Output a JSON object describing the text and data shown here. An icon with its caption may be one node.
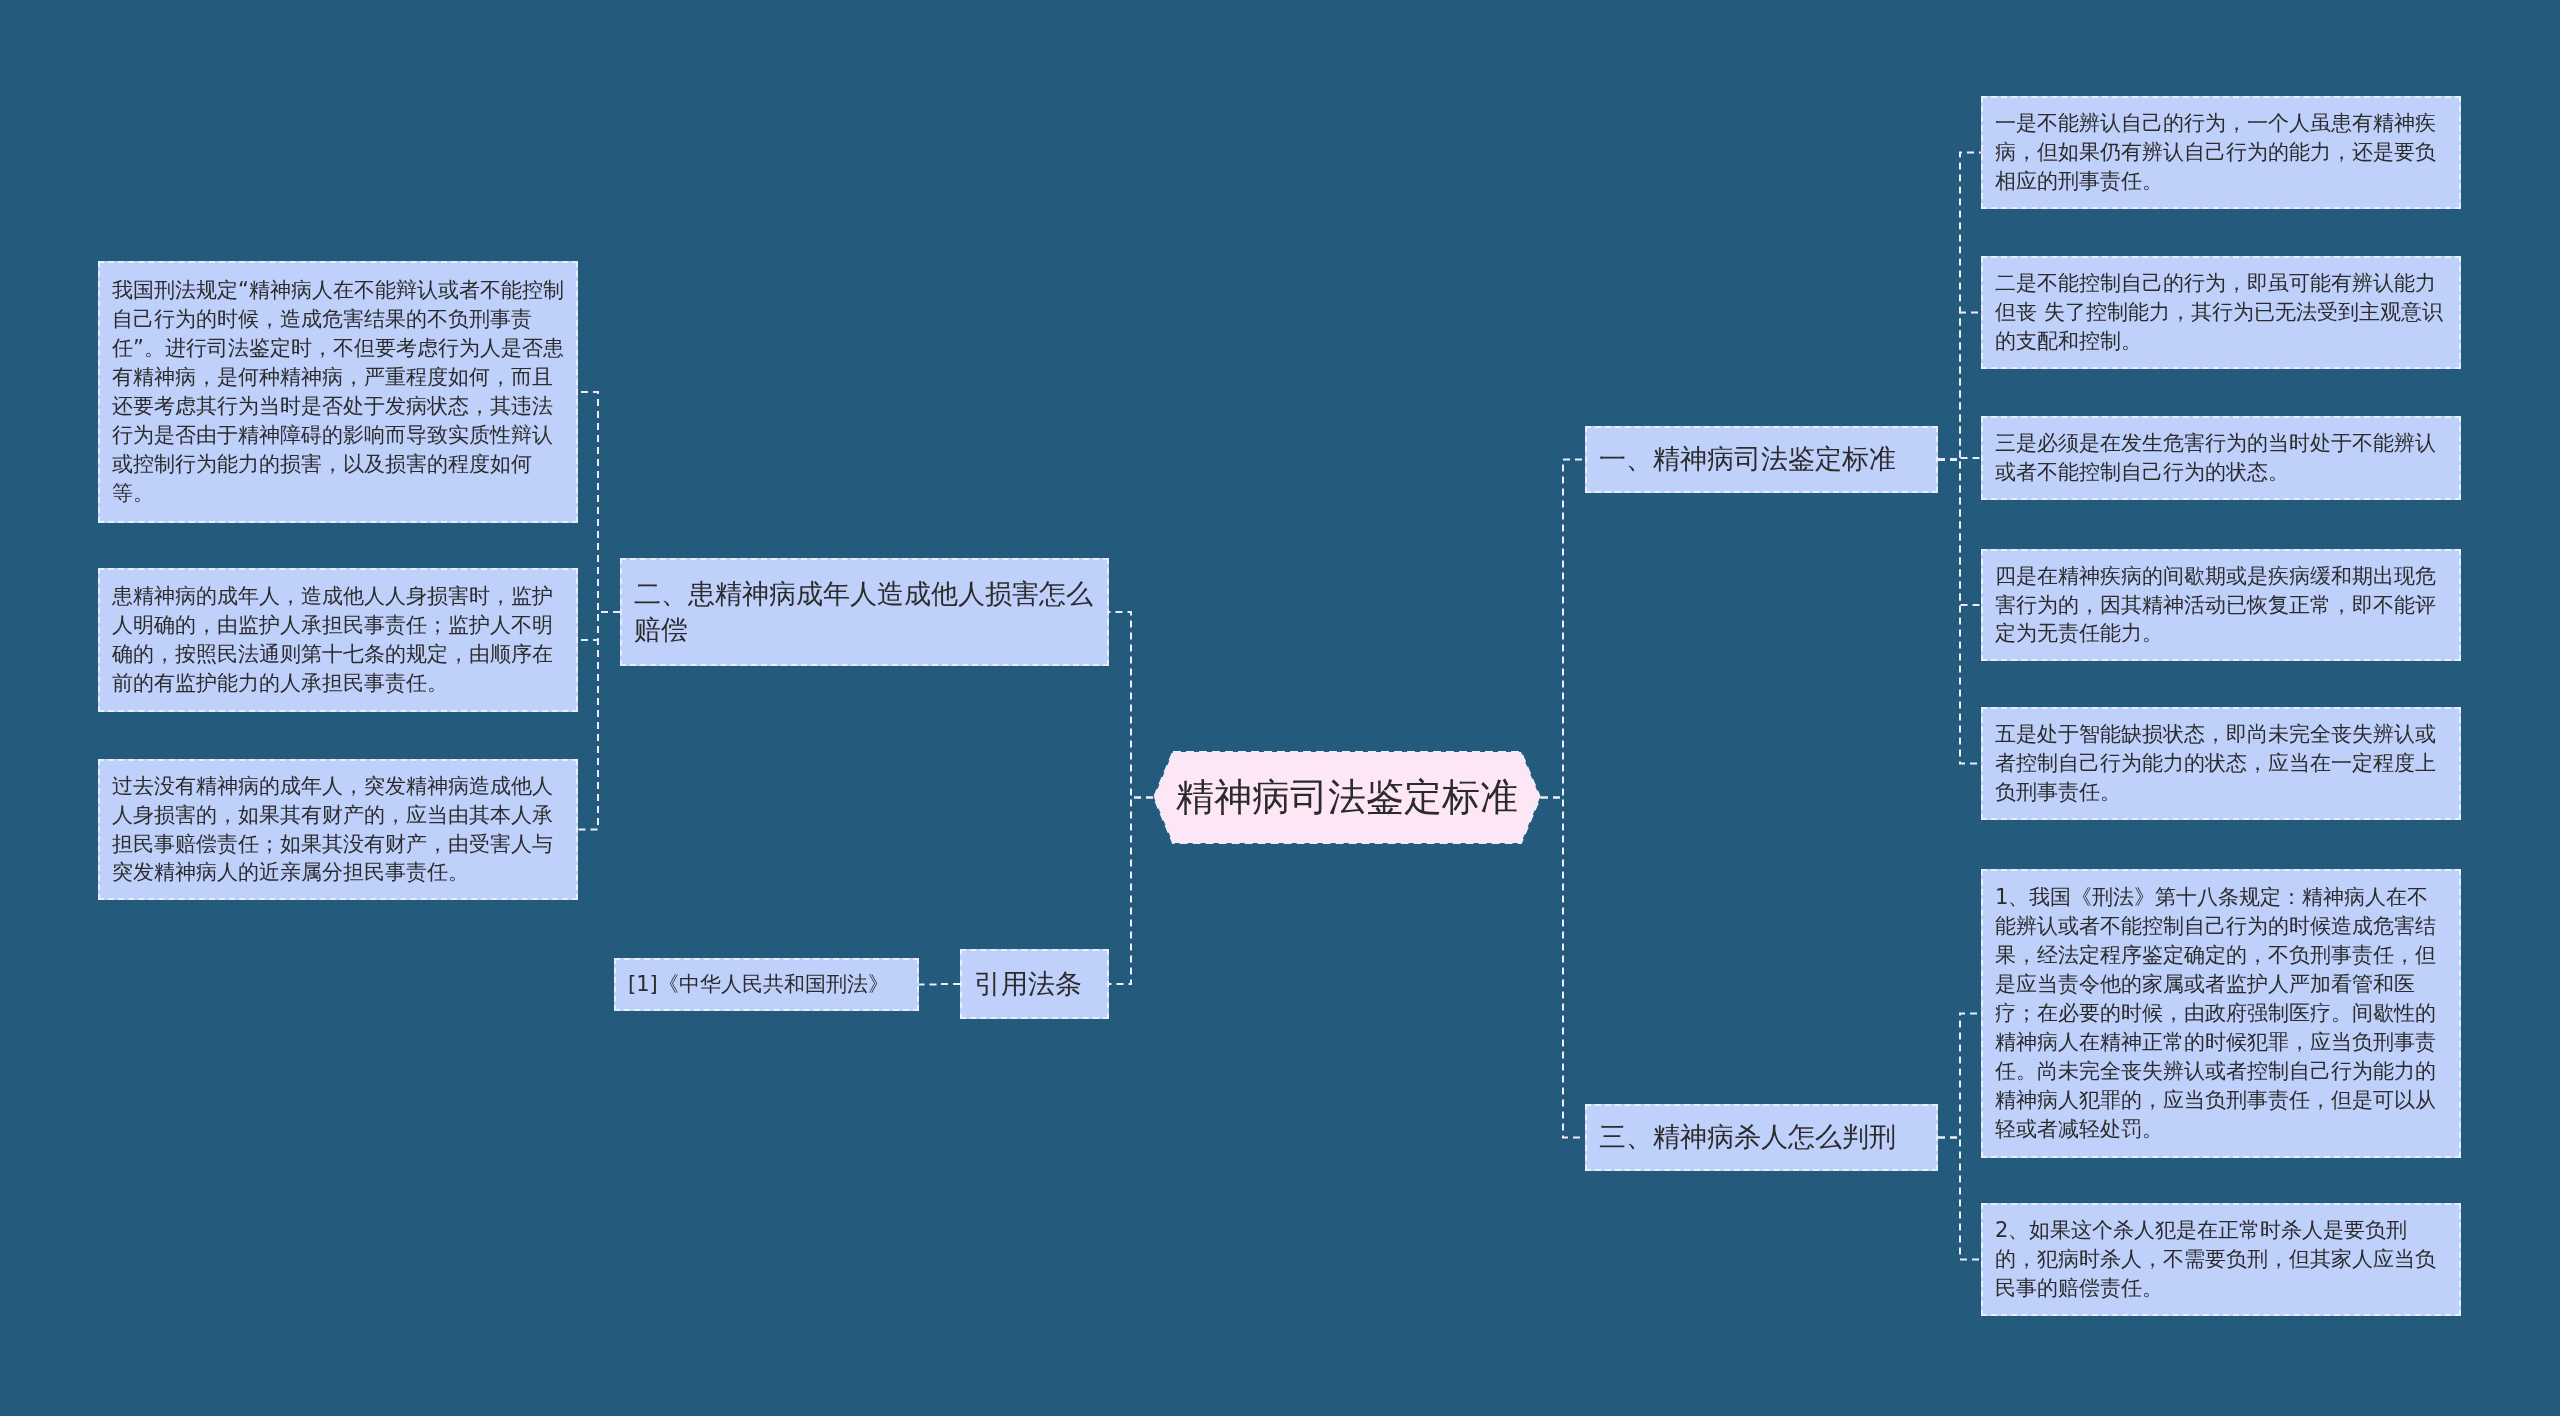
{
  "diagram": {
    "nodes": [
      {
        "text": [
          "精神病司法鉴定标准"
        ]
      },
      {
        "text": [
          "一、精神病司法鉴定标准"
        ]
      },
      {
        "text": [
          "一是不能辨认自己的行为，一个人虽患有精神疾病，但如果仍有辨认自己行为的能力，还是要负相应的刑事责任。"
        ]
      },
      {
        "text": [
          "二是不能控制自己的行为，即虽可能有辨认能力但丧 失了控制能力，其行为已无法受到主观意识的支配和控制。"
        ]
      },
      {
        "text": [
          "三是必须是在发生危害行为的当时处于不能辨认或者不能控制自己行为的状态。"
        ]
      },
      {
        "text": [
          "四是在精神疾病的间歇期或是疾病缓和期出现危害行为的，因其精神活动已恢复正常，即不能评定为无责任能力。"
        ]
      },
      {
        "text": [
          "五是处于智能缺损状态，即尚未完全丧失辨认或者控制自己行为能力的状态，应当在一定程度上负刑事责任。"
        ]
      },
      {
        "text": [
          "三、精神病杀人怎么判刑"
        ]
      },
      {
        "text": [
          "1、我国《刑法》第十八条规定：精神病人在不能辨认或者不能控制自己行为的时候造成危害结果，经法定程序鉴定确定的，不负刑事责任，但是应当责令他的家属或者监护人严加看管和医疗；在必要的时候，由政府强制医疗。间歇性的精神病人在精神正常的时候犯罪，应当负刑事责任。尚未完全丧失辨认或者控制自己行为能力的精神病人犯罪的，应当负刑事责任，但是可以从轻或者减轻处罚。"
        ]
      },
      {
        "text": [
          "2、如果这个杀人犯是在正常时杀人是要负刑的，犯病时杀人，不需要负刑，但其家人应当负民事的赔偿责任。"
        ]
      },
      {
        "text": [
          "二、患精神病成年人造成他人损害怎么赔偿"
        ]
      },
      {
        "text": [
          "我国刑法规定“精神病人在不能辩认或者不能控制自己行为的时候，造成危害结果的不负刑事责任”。进行司法鉴定时，不但要考虑行为人是否患有精神病，是何种精神病，严重程度如何，而且还要考虑其行为当时是否处于发病状态，其违法行为是否由于精神障碍的影响而导致实质性辩认或控制行为能力的损害，以及损害的程度如何等。"
        ]
      },
      {
        "text": [
          "患精神病的成年人，造成他人人身损害时，监护人明确的，由监护人承担民事责任；监护人不明确的，按照民法通则第十七条的规定，由顺序在前的有监护能力的人承担民事责任。"
        ]
      },
      {
        "text": [
          "过去没有精神病的成年人，突发精神病造成他人人身损害的，如果其有财产的，应当由其本人承担民事赔偿责任；如果其没有财产，由受害人与突发精神病人的近亲属分担民事责任。"
        ]
      },
      {
        "text": [
          "引用法条"
        ]
      },
      {
        "text": [
          "[1]《中华人民共和国刑法》"
        ]
      }
    ],
    "edges": [
      {
        "from": 0,
        "to": 1,
        "arrow": "none"
      },
      {
        "from": 1,
        "to": 2,
        "arrow": "none"
      },
      {
        "from": 1,
        "to": 3,
        "arrow": "none"
      },
      {
        "from": 1,
        "to": 4,
        "arrow": "none"
      },
      {
        "from": 1,
        "to": 5,
        "arrow": "none"
      },
      {
        "from": 1,
        "to": 6,
        "arrow": "none"
      },
      {
        "from": 0,
        "to": 7,
        "arrow": "none"
      },
      {
        "from": 7,
        "to": 8,
        "arrow": "none"
      },
      {
        "from": 7,
        "to": 9,
        "arrow": "none"
      },
      {
        "from": 0,
        "to": 10,
        "arrow": "none"
      },
      {
        "from": 10,
        "to": 11,
        "arrow": "none"
      },
      {
        "from": 10,
        "to": 12,
        "arrow": "none"
      },
      {
        "from": 10,
        "to": 13,
        "arrow": "none"
      },
      {
        "from": 0,
        "to": 14,
        "arrow": "none"
      },
      {
        "from": 14,
        "to": 15,
        "arrow": "none"
      }
    ]
  }
}
